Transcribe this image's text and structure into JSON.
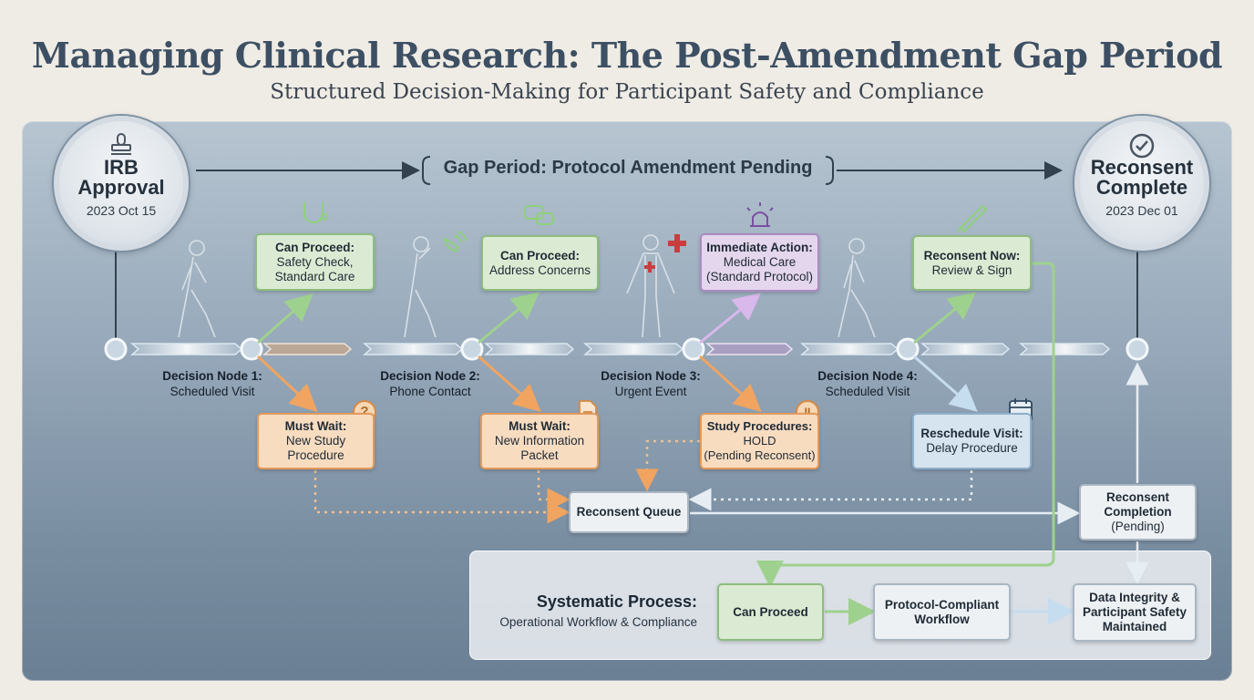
{
  "header": {
    "title": "Managing Clinical Research: The Post-Amendment Gap Period",
    "subtitle": "Structured Decision-Making for Participant Safety and Compliance"
  },
  "start": {
    "title_line1": "IRB",
    "title_line2": "Approval",
    "date": "2023 Oct 15"
  },
  "end": {
    "title_line1": "Reconsent",
    "title_line2": "Complete",
    "date": "2023 Dec 01"
  },
  "gap_label": "Gap Period: Protocol Amendment Pending",
  "nodes": [
    {
      "label": "Decision Node 1:",
      "sub": "Scheduled Visit",
      "up": {
        "title": "Can Proceed:",
        "lines": [
          "Safety Check,",
          "Standard Care"
        ]
      },
      "down": {
        "title": "Must Wait:",
        "lines": [
          "New Study",
          "Procedure"
        ],
        "badge": "?"
      }
    },
    {
      "label": "Decision Node 2:",
      "sub": "Phone Contact",
      "up": {
        "title": "Can Proceed:",
        "lines": [
          "Address Concerns"
        ]
      },
      "down": {
        "title": "Must Wait:",
        "lines": [
          "New Information",
          "Packet"
        ]
      }
    },
    {
      "label": "Decision Node 3:",
      "sub": "Urgent Event",
      "up": {
        "title": "Immediate Action:",
        "lines": [
          "Medical Care",
          "(Standard Protocol)"
        ]
      },
      "down": {
        "title": "Study Procedures:",
        "lines": [
          "HOLD",
          "(Pending Reconsent)"
        ],
        "badge": "II"
      }
    },
    {
      "label": "Decision Node 4:",
      "sub": "Scheduled Visit",
      "up": {
        "title": "Reconsent Now:",
        "lines": [
          "Review & Sign"
        ]
      },
      "down": {
        "title": "Reschedule Visit:",
        "lines": [
          "Delay Procedure"
        ]
      }
    }
  ],
  "queue": "Reconsent Queue",
  "completion": [
    "Reconsent",
    "Completion",
    "(Pending)"
  ],
  "systematic": {
    "title": "Systematic Process:",
    "subtitle": "Operational Workflow & Compliance",
    "steps": [
      {
        "lines": [
          "Can Proceed"
        ]
      },
      {
        "lines": [
          "Protocol-Compliant",
          "Workflow"
        ]
      },
      {
        "lines": [
          "Data Integrity &",
          "Participant Safety",
          "Maintained"
        ]
      }
    ]
  },
  "colors": {
    "proceed": "#8dbd7f",
    "wait": "#e49a5a",
    "immediate": "#ad8ac2",
    "reschedule": "#8eb0cb"
  },
  "icons": [
    "stamp-icon",
    "checkmark-icon",
    "stethoscope-icon",
    "chat-bubbles-icon",
    "alarm-light-icon",
    "pen-icon",
    "calendar-icon",
    "document-icon",
    "walking-person-icon",
    "phone-person-icon",
    "medical-person-icon"
  ]
}
